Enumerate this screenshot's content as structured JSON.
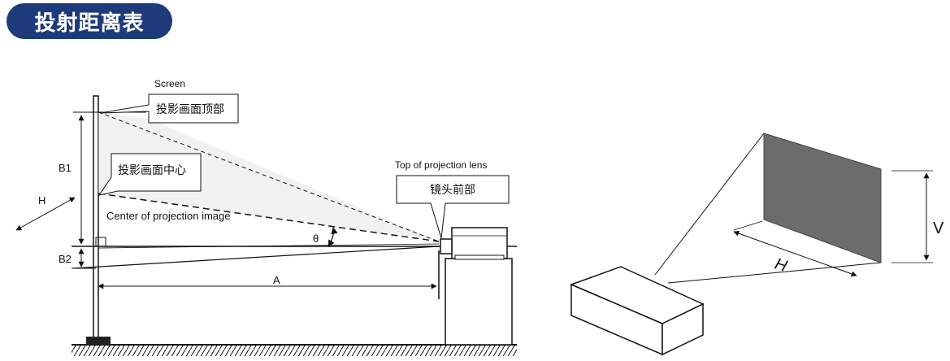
{
  "header": {
    "title": "投射距离表"
  },
  "side_view": {
    "screen_label": "Screen",
    "callout_screen_top": "投影画面顶部",
    "callout_screen_center": "投影画面中心",
    "callout_lens_top": "镜头前部",
    "lens_top_label": "Top of projection lens",
    "center_label": "Center of projection image",
    "label_b1": "B1",
    "label_b2": "B2",
    "label_h": "H",
    "label_a": "A",
    "label_theta": "θ"
  },
  "perspective_view": {
    "label_h": "H",
    "label_v": "V",
    "screen_color": "#6b6d6c"
  },
  "colors": {
    "header_bg": "#1d3b7a",
    "line": "#111111"
  }
}
